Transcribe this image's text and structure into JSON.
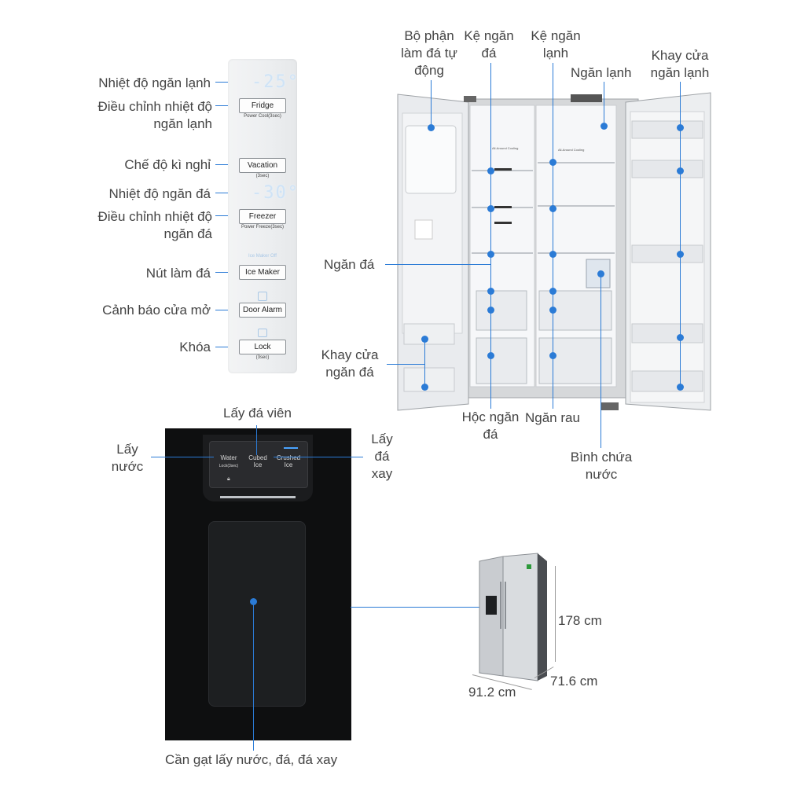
{
  "panel": {
    "fridge_temp_display": "-25°",
    "freezer_temp_display": "-30°",
    "buttons": {
      "fridge": "Fridge",
      "vacation": "Vacation",
      "freezer": "Freezer",
      "ice_maker": "Ice Maker",
      "door_alarm": "Door Alarm",
      "lock": "Lock"
    },
    "sublabels": {
      "fridge": "Power Cool(3sec)",
      "vacation": "(3sec)",
      "freezer": "Power Freeze(3sec)",
      "ice_maker_on": "Ice Maker Off",
      "lock": "(3sec)"
    }
  },
  "panel_labels": {
    "fridge_temp": "Nhiệt độ ngăn lạnh",
    "adjust_fridge": "Điều chỉnh nhiệt độ ngăn lạnh",
    "vacation": "Chế độ kì nghỉ",
    "freezer_temp": "Nhiệt độ ngăn đá",
    "adjust_freezer": "Điều chỉnh nhiệt độ ngăn đá",
    "ice_maker": "Nút làm đá",
    "door_alarm": "Cảnh báo cửa mở",
    "lock": "Khóa"
  },
  "fridge_labels": {
    "ice_maker_unit": "Bộ phận làm đá tự động",
    "shelf_left": "Kệ ngăn đá",
    "shelf_right": "Kệ ngăn lạnh",
    "fridge_compartment": "Ngăn lạnh",
    "fridge_door_tray": "Khay cửa ngăn lạnh",
    "freezer_compartment": "Ngăn đá",
    "freezer_door_tray": "Khay cửa ngăn đá",
    "freezer_drawer": "Hộc ngăn đá",
    "vegetable_drawer": "Ngăn rau",
    "water_tank": "Bình chứa nước",
    "inner_left_tag": "All-Around Cooling",
    "inner_right_tag": "All-Around Cooling"
  },
  "dispenser": {
    "water": "Water",
    "water_sub": "Lock(3sec)",
    "cubed": "Cubed Ice",
    "crushed": "Crushed Ice",
    "label_cubed": "Lấy đá viên",
    "label_water": "Lấy nước",
    "label_crushed": "Lấy đá xay",
    "label_lever": "Cần gạt lấy nước, đá, đá xay"
  },
  "dimensions": {
    "height": "178 cm",
    "width": "91.2 cm",
    "depth": "71.6 cm"
  },
  "colors": {
    "accent": "#2b7bd6",
    "steel": "#b9bcbf",
    "dispenser_bg": "#0e0f10"
  }
}
